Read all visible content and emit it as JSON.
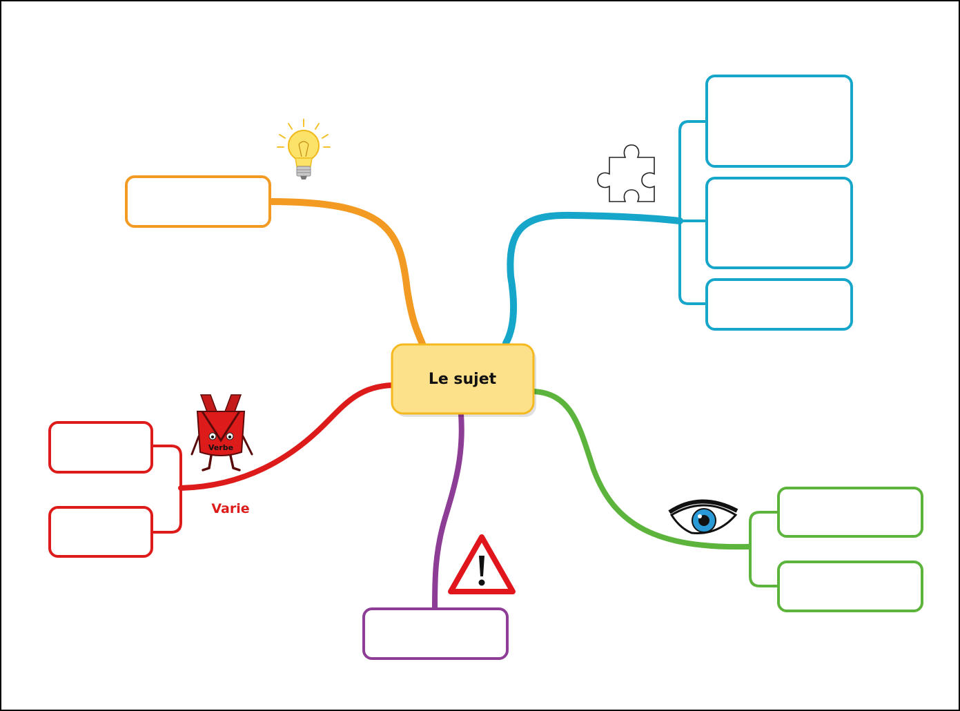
{
  "central_topic": {
    "label": "Le sujet"
  },
  "branches": [
    {
      "id": "orange",
      "color": "#f29a21",
      "icon": "lightbulb-icon",
      "label": ""
    },
    {
      "id": "blue",
      "color": "#16a6c9",
      "icon": "puzzle-piece-icon",
      "label": ""
    },
    {
      "id": "red",
      "color": "#dd1b1b",
      "icon": "verbe-character-icon",
      "label": "Varie",
      "icon_text": "Verbe"
    },
    {
      "id": "purple",
      "color": "#8e3d96",
      "icon": "warning-sign-icon",
      "label": ""
    },
    {
      "id": "green",
      "color": "#5db43c",
      "icon": "eye-icon",
      "label": ""
    }
  ],
  "colors": {
    "central_fill": "#fde08a",
    "central_border": "#f5b920",
    "frame": "#000000"
  }
}
